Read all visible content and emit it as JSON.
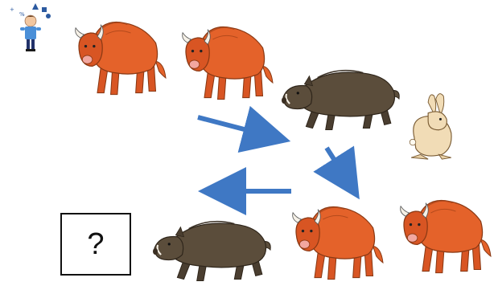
{
  "puzzle": {
    "answer_placeholder": "?",
    "sequence": [
      "bison",
      "bison",
      "boar",
      "rabbit",
      "bison",
      "bison",
      "boar",
      "?"
    ],
    "colors": {
      "bison": "#e4622a",
      "boar": "#5b4d3b",
      "rabbit": "#f1dcb6",
      "arrow": "#3f78c4"
    }
  }
}
